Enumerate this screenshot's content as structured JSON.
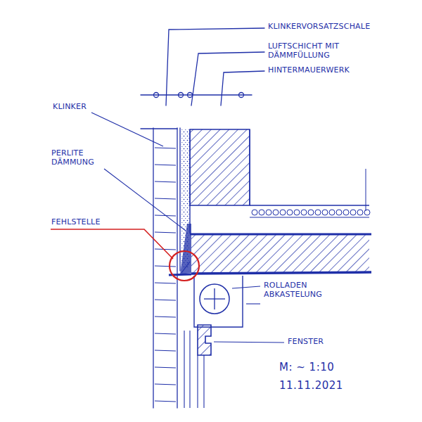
{
  "diagram": {
    "labels": [
      "KLINKERVORSATZSCHALE",
      "LUFTSCHICHT MIT DÄMMFÜLLUNG",
      "HINTERMAUERWERK",
      "KLINKER",
      "PERLITE DÄMMUNG",
      "FEHLSTELLE",
      "ROLLADEN ABKASTELUNG",
      "FENSTER",
      "M: ~ 1:10",
      "11.11.2021"
    ]
  }
}
